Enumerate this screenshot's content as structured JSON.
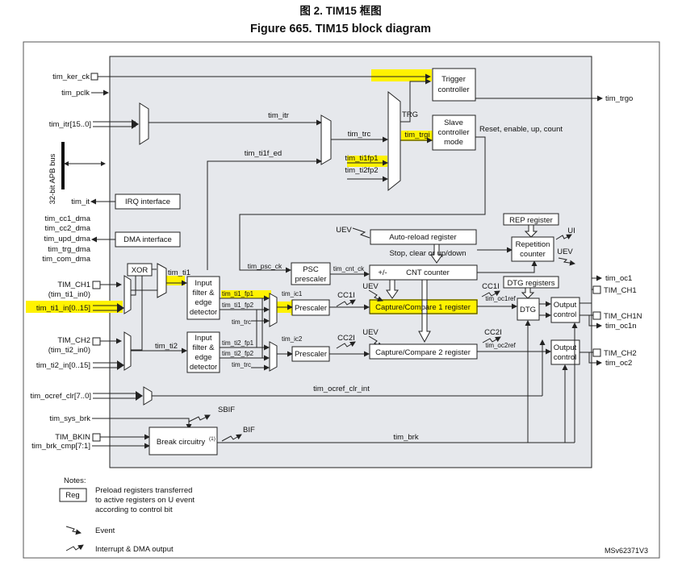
{
  "title_zh": "图 2. TIM15 框图",
  "title_en": "Figure 665. TIM15 block diagram",
  "inputs": {
    "tim_ker_ck": "tim_ker_ck",
    "tim_pclk": "tim_pclk",
    "tim_itr": "tim_itr[15..0]",
    "apb_bus": "32-bit APB bus",
    "tim_it": "tim_it",
    "tim_cc1_dma": "tim_cc1_dma",
    "tim_cc2_dma": "tim_cc2_dma",
    "tim_upd_dma": "tim_upd_dma",
    "tim_trg_dma": "tim_trg_dma",
    "tim_com_dma": "tim_com_dma",
    "tim_ch1": "TIM_CH1",
    "tim_ch1_sub": "(tim_ti1_in0)",
    "tim_ti1_in": "tim_ti1_in[0..15]",
    "tim_ch2": "TIM_CH2",
    "tim_ch2_sub": "(tim_ti2_in0)",
    "tim_ti2_in": "tim_ti2_in[0..15]",
    "tim_ocref_clr": "tim_ocref_clr[7..0]",
    "tim_sys_brk": "tim_sys_brk",
    "tim_bkin": "TIM_BKIN",
    "tim_brk_cmp": "tim_brk_cmp[7:1]"
  },
  "blocks": {
    "trigger_controller": [
      "Trigger",
      "controller"
    ],
    "slave_controller": [
      "Slave",
      "controller",
      "mode"
    ],
    "irq_interface": "IRQ interface",
    "dma_interface": "DMA interface",
    "xor": "XOR",
    "input_filter": [
      "Input",
      "filter &",
      "edge",
      "detector"
    ],
    "psc_prescaler": [
      "PSC",
      "prescaler"
    ],
    "cnt_counter_sign": "+/-",
    "cnt_counter": "CNT counter",
    "autoreload": "Auto-reload register",
    "rep_register": "REP register",
    "repetition_counter": [
      "Repetition",
      "counter"
    ],
    "dtg_registers": "DTG registers",
    "dtg": "DTG",
    "output_control": [
      "Output",
      "control"
    ],
    "prescaler": "Prescaler",
    "capture_compare_1": "Capture/Compare 1 register",
    "capture_compare_2": "Capture/Compare 2 register",
    "break_circuitry": "Break circuitry",
    "break_note": "(1)"
  },
  "signals": {
    "tim_itr": "tim_itr",
    "tim_trc": "tim_trc",
    "trg": "TRG",
    "tim_trgi": "tim_trgi",
    "tim_ti1fp1": "tim_ti1fp1",
    "tim_ti2fp2": "tim_ti2fp2",
    "tim_ti1f_ed": "tim_ti1f_ed",
    "reset_enable": "Reset, enable, up, count",
    "tim_ti1": "tim_ti1",
    "tim_ti2": "tim_ti2",
    "tim_psc_ck": "tim_psc_ck",
    "tim_cnt_ck": "tim_cnt_ck",
    "uev": "UEV",
    "ui": "UI",
    "stop_clear": "Stop, clear or up/down",
    "tim_ti1_fp1": "tim_ti1_fp1",
    "tim_ti1_fp2": "tim_ti1_fp2",
    "tim_ti2_fp1": "tim_ti2_fp1",
    "tim_ti2_fp2": "tim_ti2_fp2",
    "tim_trc_small": "tim_trc",
    "tim_ic1": "tim_ic1",
    "tim_ic2": "tim_ic2",
    "cc1i": "CC1I",
    "cc2i": "CC2I",
    "tim_oc1ref": "tim_oc1ref",
    "tim_oc2ref": "tim_oc2ref",
    "tim_ocref_clr_int": "tim_ocref_clr_int",
    "sbif": "SBIF",
    "bif": "BIF",
    "tim_brk": "tim_brk"
  },
  "outputs": {
    "tim_trgo": "tim_trgo",
    "tim_oc1": "tim_oc1",
    "tim_ch1": "TIM_CH1",
    "tim_ch1n": "TIM_CH1N",
    "tim_oc1n": "tim_oc1n",
    "tim_ch2": "TIM_CH2",
    "tim_oc2": "tim_oc2"
  },
  "notes": {
    "heading": "Notes:",
    "reg_box": "Reg",
    "reg_text": [
      "Preload registers transferred",
      "to active registers on U event",
      "according to control bit"
    ],
    "event": "Event",
    "interrupt": "Interrupt & DMA output"
  },
  "ref_code": "MSv62371V3",
  "colors": {
    "highlight": "#fff200",
    "panel_fill": "#e6e8ec",
    "line": "#222222"
  }
}
